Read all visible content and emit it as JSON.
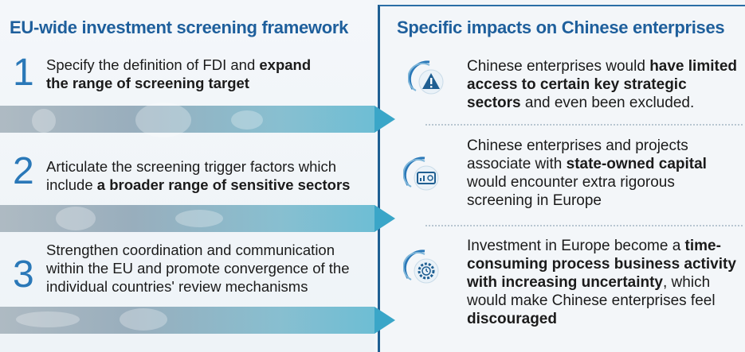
{
  "left": {
    "title": "EU-wide investment screening framework",
    "items": [
      {
        "number": "1",
        "plain": "Specify the definition of FDI and ",
        "bold": "expand the range of screening target",
        "after": ""
      },
      {
        "number": "2",
        "plain": "Articulate the screening trigger factors which include ",
        "bold": "a broader range of sensitive sectors",
        "after": ""
      },
      {
        "number": "3",
        "plain": "Strengthen coordination and communication within the EU and promote convergence of the individual countries' review mechanisms",
        "bold": "",
        "after": ""
      }
    ]
  },
  "right": {
    "title": "Specific impacts on Chinese enterprises",
    "items": [
      {
        "icon": "warning-icon",
        "p1": "Chinese enterprises would ",
        "b1": "have limited access to certain key strategic sectors",
        "p2": " and even been excluded.",
        "b2": "",
        "p3": ""
      },
      {
        "icon": "monitor-chart-icon",
        "p1": "Chinese enterprises and projects associate with ",
        "b1": "state-owned capital",
        "p2": " would encounter extra rigorous screening in Europe",
        "b2": "",
        "p3": ""
      },
      {
        "icon": "gear-clock-icon",
        "p1": "Investment in Europe become a ",
        "b1": "time-consuming process business activity with increasing uncertainty",
        "p2": ", which would  make Chinese enterprises feel ",
        "b2": "discouraged",
        "p3": ""
      }
    ]
  },
  "colors": {
    "accent": "#1e5f9c",
    "number": "#2a78b8",
    "band": "#3aa6c8"
  }
}
